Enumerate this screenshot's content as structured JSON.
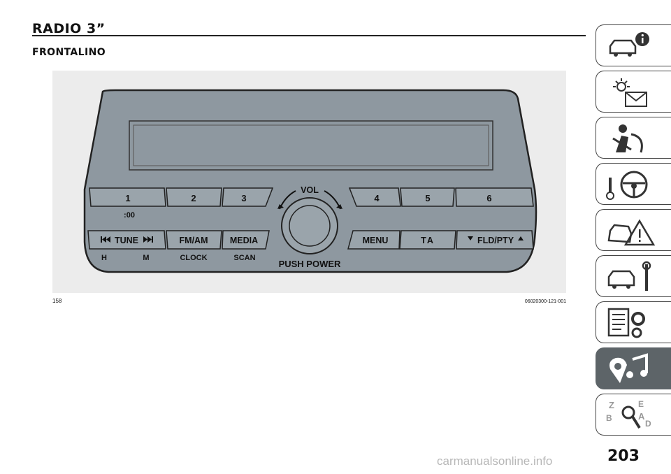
{
  "header": {
    "title": "RADIO 3”",
    "subtitle": "FRONTALINO"
  },
  "figure": {
    "number": "158",
    "code": "06020300-121-001",
    "radio": {
      "preset_buttons": [
        "1",
        "2",
        "3",
        "4",
        "5",
        "6"
      ],
      "preset_sublabel": ":00",
      "function_buttons": [
        "TUNE",
        "FM/AM",
        "MEDIA",
        "MENU",
        "TA",
        "FLD/PTY"
      ],
      "tune_icons": [
        "skip-back-icon",
        "skip-forward-icon"
      ],
      "fld_icons": [
        "triangle-down-icon",
        "triangle-up-icon"
      ],
      "sublabels": [
        "H",
        "M",
        "CLOCK",
        "SCAN"
      ],
      "knob_label_top": "VOL",
      "knob_label_bottom": "PUSH POWER"
    }
  },
  "sidebar": {
    "tabs": [
      {
        "name": "car-info-icon",
        "active": false
      },
      {
        "name": "warning-lights-icon",
        "active": false
      },
      {
        "name": "safety-icon",
        "active": false
      },
      {
        "name": "driving-icon",
        "active": false
      },
      {
        "name": "emergency-icon",
        "active": false
      },
      {
        "name": "maintenance-icon",
        "active": false
      },
      {
        "name": "technical-data-icon",
        "active": false
      },
      {
        "name": "multimedia-icon",
        "active": true
      },
      {
        "name": "index-icon",
        "active": false
      }
    ]
  },
  "page": {
    "number": "203"
  },
  "watermark": "carmanualsonline.info",
  "colors": {
    "radio_body": "#8e98a0",
    "tab_active": "#5d6468",
    "figure_bg": "#ececec"
  }
}
